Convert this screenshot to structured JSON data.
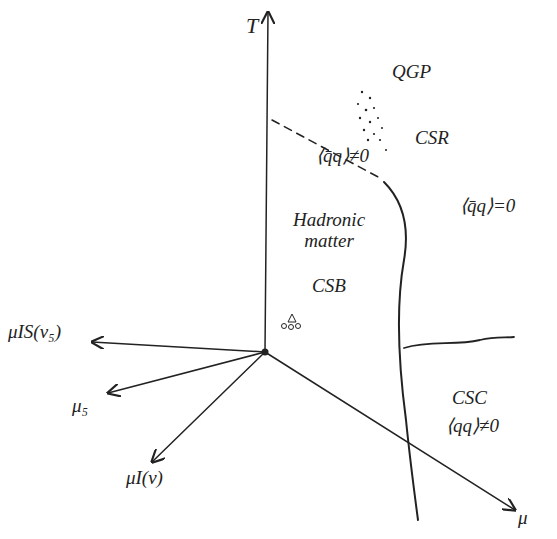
{
  "diagram": {
    "labels": [
      "T",
      "QGP",
      "CSR",
      "⟨q̄q⟩≠0",
      "⟨q̄q⟩=0",
      "Hadronic matter",
      "CSB",
      "CSC",
      "⟨qq⟩≠0",
      "μIS(ν₅)",
      "μ₅",
      "μI(ν)",
      "μ"
    ]
  }
}
